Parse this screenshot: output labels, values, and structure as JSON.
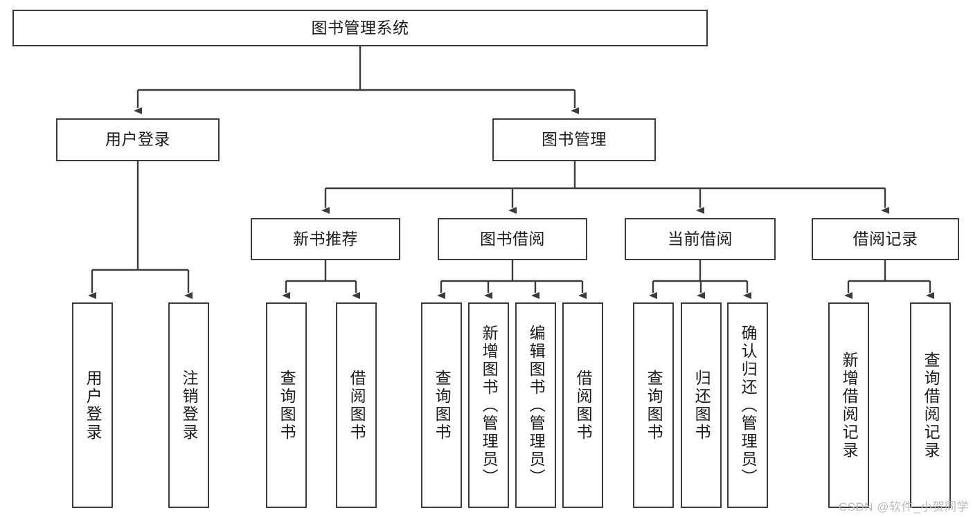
{
  "diagram": {
    "title": "图书管理系统",
    "type": "tree-hierarchy",
    "levels": 4,
    "colors": {
      "border": "#3b3b3b",
      "box_fill": "#ffffff",
      "connector": "#3b3b3b",
      "text": "#1b1b1b",
      "watermark": "#b9b9b9",
      "background": "#ffffff"
    }
  },
  "root": {
    "label": "图书管理系统"
  },
  "level2": [
    {
      "label": "用户登录"
    },
    {
      "label": "图书管理"
    }
  ],
  "level3": [
    {
      "label": "新书推荐"
    },
    {
      "label": "图书借阅"
    },
    {
      "label": "当前借阅"
    },
    {
      "label": "借阅记录"
    }
  ],
  "leaves": {
    "user_login": [
      {
        "label": "用户登录"
      },
      {
        "label": "注销登录"
      }
    ],
    "new_book_recommend": [
      {
        "label": "查询图书"
      },
      {
        "label": "借阅图书"
      }
    ],
    "book_borrow": [
      {
        "label": "查询图书"
      },
      {
        "label": "新增图书（管理员）"
      },
      {
        "label": "编辑图书（管理员）"
      },
      {
        "label": "借阅图书"
      }
    ],
    "current_borrow": [
      {
        "label": "查询图书"
      },
      {
        "label": "归还图书"
      },
      {
        "label": "确认归还（管理员）"
      }
    ],
    "borrow_records": [
      {
        "label": "新增借阅记录"
      },
      {
        "label": "查询借阅记录"
      }
    ]
  },
  "watermark": {
    "text": "CSDN @软件_小贺同学"
  }
}
